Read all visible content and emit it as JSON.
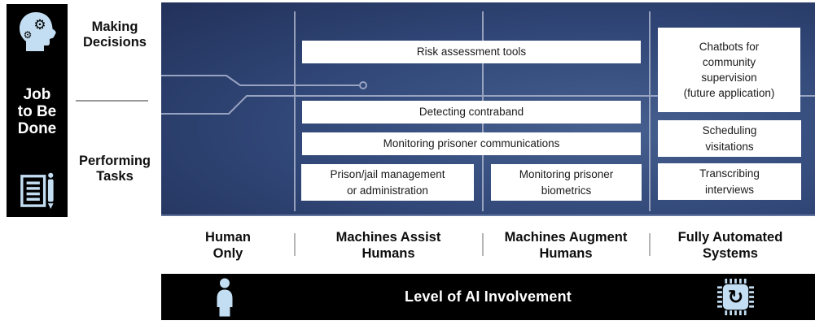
{
  "sidebar": {
    "title_lines": [
      "Job",
      "to Be",
      "Done"
    ]
  },
  "row_labels": {
    "making_decisions": {
      "lines": [
        "Making",
        "Decisions"
      ]
    },
    "performing_tasks": {
      "lines": [
        "Performing",
        "Tasks"
      ]
    }
  },
  "panel": {
    "boxes": {
      "risk_assessment": {
        "lines": [
          "Risk assessment tools"
        ]
      },
      "detecting_contraband": {
        "lines": [
          "Detecting contraband"
        ]
      },
      "monitoring_communications": {
        "lines": [
          "Monitoring prisoner communications"
        ]
      },
      "prison_management": {
        "lines": [
          "Prison/jail management",
          "or administration"
        ]
      },
      "monitoring_biometrics": {
        "lines": [
          "Monitoring prisoner",
          "biometrics"
        ]
      },
      "chatbots": {
        "lines": [
          "Chatbots for",
          "community",
          "supervision",
          "(future application)"
        ]
      },
      "scheduling_visitations": {
        "lines": [
          "Scheduling",
          "visitations"
        ]
      },
      "transcribing_interviews": {
        "lines": [
          "Transcribing",
          "interviews"
        ]
      }
    }
  },
  "axis": {
    "categories": {
      "human_only": {
        "lines": [
          "Human",
          "Only"
        ]
      },
      "machines_assist": {
        "lines": [
          "Machines Assist",
          "Humans"
        ]
      },
      "machines_augment": {
        "lines": [
          "Machines Augment",
          "Humans"
        ]
      },
      "fully_automated": {
        "lines": [
          "Fully Automated",
          "Systems"
        ]
      }
    }
  },
  "footer": {
    "title": "Level of AI Involvement"
  },
  "icons": {
    "head_gears_icon": "head-with-gears",
    "gear_glyph": "⚙",
    "document_pen_icon": "document-with-pen",
    "person_icon": "human-figure",
    "chip_icon": "ai-processor-chip",
    "chip_glyph": "↻"
  },
  "colors": {
    "icon_blue": "#c3def2",
    "panel_navy_dark": "#182343",
    "panel_navy_light": "#46608f",
    "circuit_trace": "#98a3c2",
    "bar_black": "#000000"
  }
}
